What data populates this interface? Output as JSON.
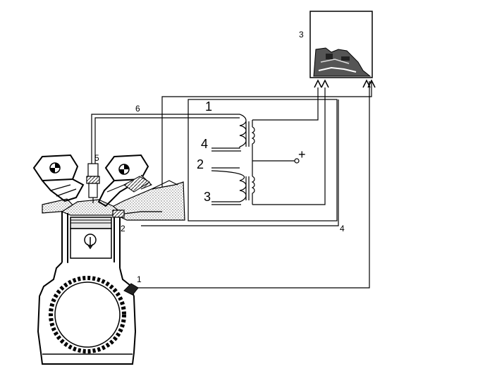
{
  "labels": {
    "ecu": "3",
    "wire6": "6",
    "coil_pin1": "1",
    "coil_pin4": "4",
    "coil_pin2": "2",
    "coil_pin3": "3",
    "plus": "+",
    "sparkplug": "5",
    "knock_sensor": "2",
    "wire4": "4",
    "crank_sensor": "1"
  }
}
